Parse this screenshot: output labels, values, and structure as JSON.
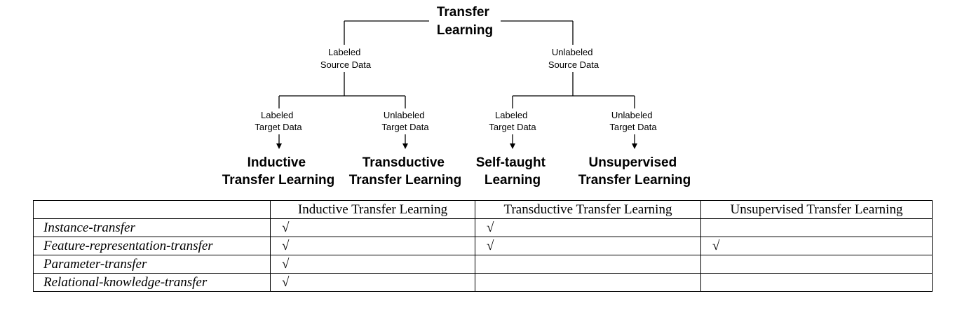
{
  "tree": {
    "root": [
      "Transfer",
      "Learning"
    ],
    "source_labeled": [
      "Labeled",
      "Source Data"
    ],
    "source_unlabeled": [
      "Unlabeled",
      "Source Data"
    ],
    "target_1": [
      "Labeled",
      "Target Data"
    ],
    "target_2": [
      "Unlabeled",
      "Target Data"
    ],
    "target_3": [
      "Labeled",
      "Target Data"
    ],
    "target_4": [
      "Unlabeled",
      "Target Data"
    ],
    "leaf_1": [
      "Inductive",
      "Transfer Learning"
    ],
    "leaf_2": [
      "Transductive",
      "Transfer Learning"
    ],
    "leaf_3": [
      "Self-taught",
      "Learning"
    ],
    "leaf_4": [
      "Unsupervised",
      "Transfer Learning"
    ]
  },
  "table": {
    "corner": "",
    "columns": [
      "Inductive Transfer Learning",
      "Transductive Transfer Learning",
      "Unsupervised Transfer Learning"
    ],
    "rows": [
      {
        "label": "Instance-transfer",
        "cells": [
          "√",
          "√",
          ""
        ]
      },
      {
        "label": "Feature-representation-transfer",
        "cells": [
          "√",
          "√",
          "√"
        ]
      },
      {
        "label": "Parameter-transfer",
        "cells": [
          "√",
          "",
          ""
        ]
      },
      {
        "label": "Relational-knowledge-transfer",
        "cells": [
          "√",
          "",
          ""
        ]
      }
    ]
  }
}
